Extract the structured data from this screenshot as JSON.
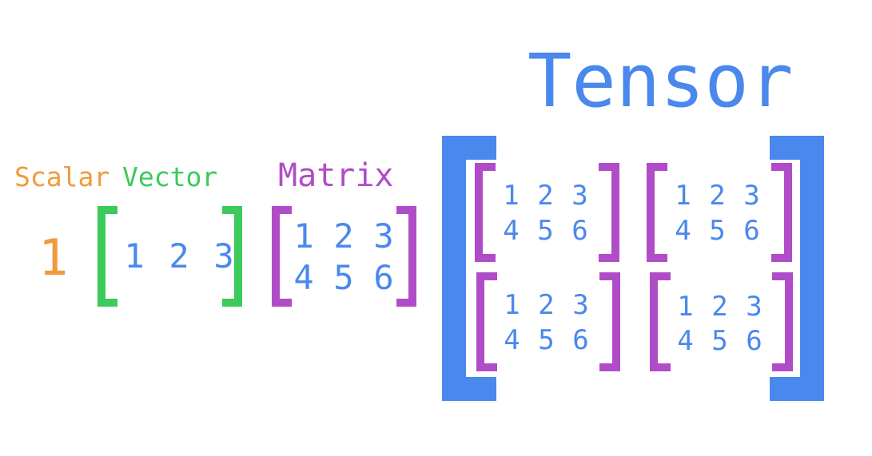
{
  "labels": {
    "scalar": "Scalar",
    "vector": "Vector",
    "matrix": "Matrix",
    "tensor": "Tensor"
  },
  "scalar": {
    "value": "1"
  },
  "vector": {
    "values": [
      "1",
      "2",
      "3"
    ]
  },
  "matrix": {
    "rows": [
      [
        "1",
        "2",
        "3"
      ],
      [
        "4",
        "5",
        "6"
      ]
    ]
  },
  "tensor": {
    "blocks": [
      {
        "rows": [
          [
            "1",
            "2",
            "3"
          ],
          [
            "4",
            "5",
            "6"
          ]
        ]
      },
      {
        "rows": [
          [
            "1",
            "2",
            "3"
          ],
          [
            "4",
            "5",
            "6"
          ]
        ]
      },
      {
        "rows": [
          [
            "1",
            "2",
            "3"
          ],
          [
            "4",
            "5",
            "6"
          ]
        ]
      },
      {
        "rows": [
          [
            "1",
            "2",
            "3"
          ],
          [
            "4",
            "5",
            "6"
          ]
        ]
      }
    ]
  },
  "colors": {
    "scalar": "#f09a3a",
    "vector": "#3cca5a",
    "matrix": "#b04cc8",
    "tensor": "#4a88ed",
    "numbers": "#4a88ed"
  }
}
